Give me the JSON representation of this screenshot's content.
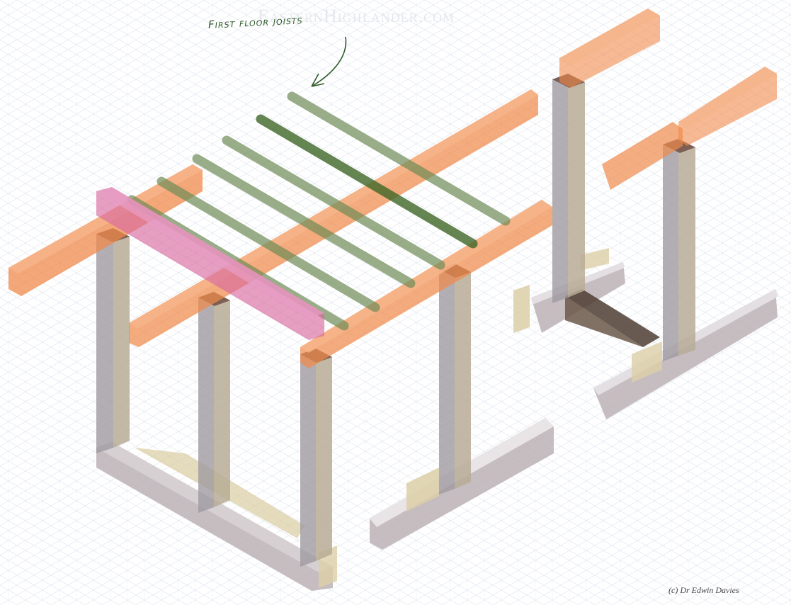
{
  "watermark": "EasternHighlander.com",
  "annotation": "First floor joists",
  "credit": "(c) Dr Edwin Davies",
  "colors": {
    "beam": "#f08a4b",
    "joist": "#6e8c55",
    "tie_beam": "#d96aa0",
    "post": "#b7ab95",
    "sill": "#bcb2b6",
    "pad": "#dccfa7",
    "dark": "#4e3d33",
    "grid": "#e6eaf1"
  }
}
